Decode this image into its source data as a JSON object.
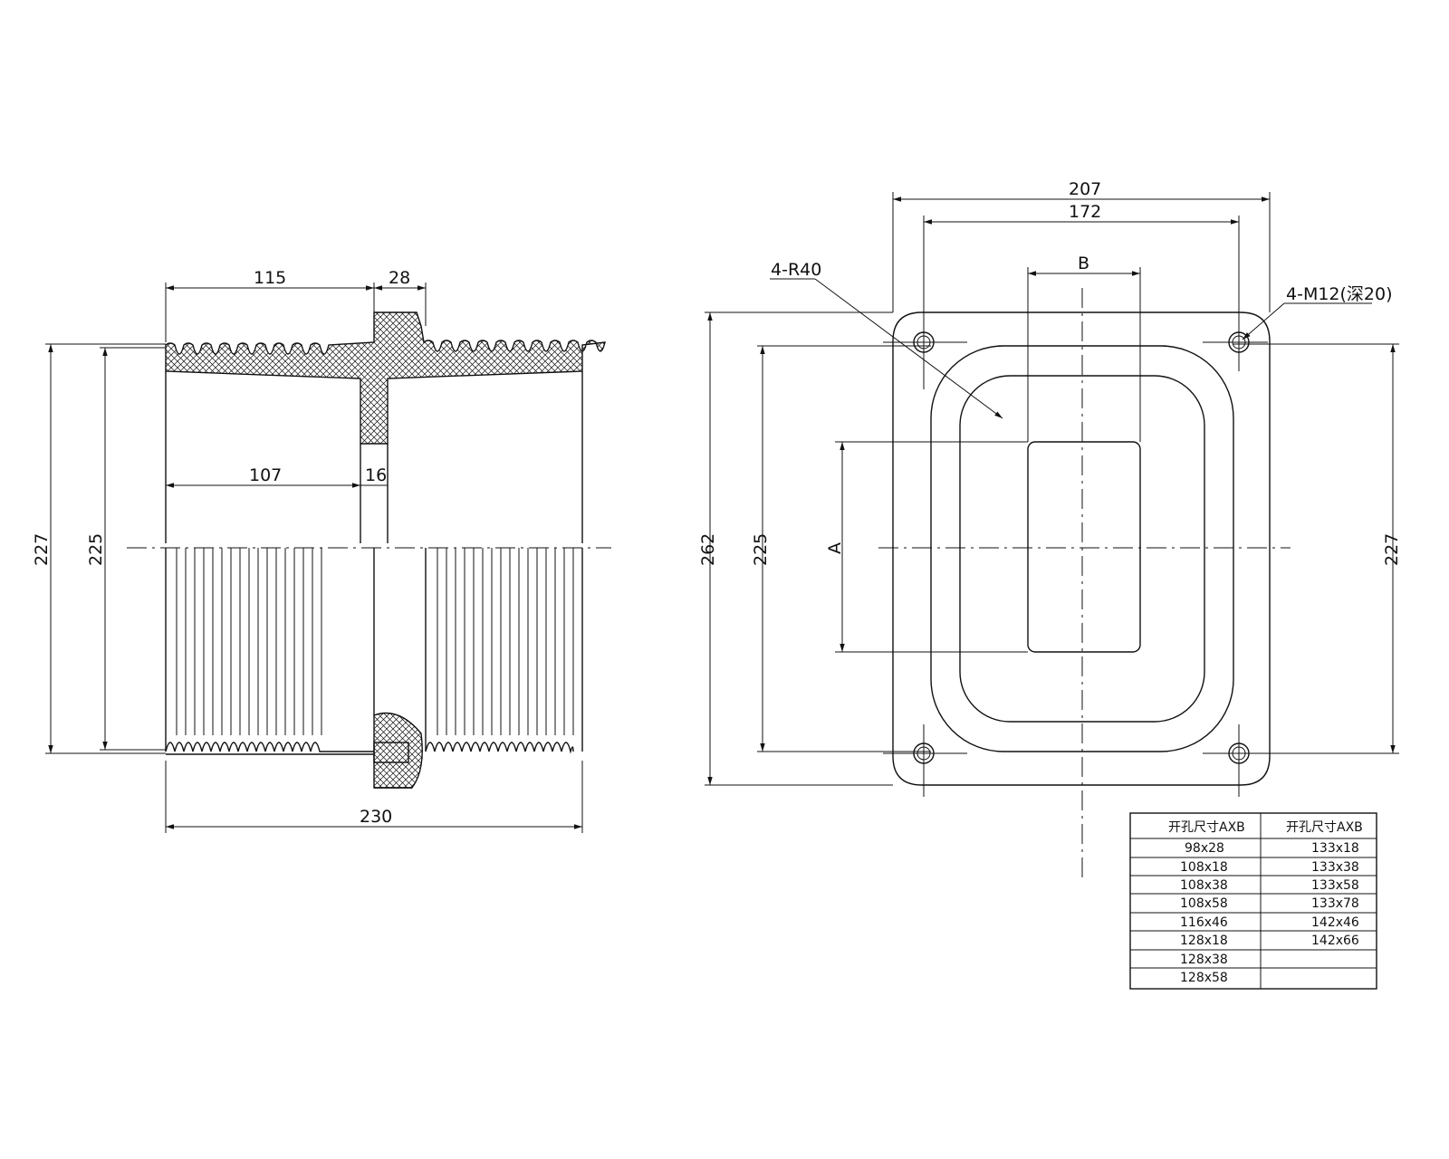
{
  "left_view": {
    "dim_115": "115",
    "dim_28": "28",
    "dim_107": "107",
    "dim_16": "16",
    "dim_227": "227",
    "dim_225": "225",
    "dim_230": "230"
  },
  "right_view": {
    "dim_207": "207",
    "dim_172": "172",
    "dim_B": "B",
    "dim_A": "A",
    "dim_262": "262",
    "dim_225": "225",
    "dim_227": "227",
    "label_r40": "4-R40",
    "label_m12": "4-M12(深20)"
  },
  "table": {
    "headers": [
      "开孔尺寸AXB",
      "开孔尺寸AXB"
    ],
    "col1": [
      "98x28",
      "108x18",
      "108x38",
      "108x58",
      "116x46",
      "128x18",
      "128x38",
      "128x58"
    ],
    "col2": [
      "133x18",
      "133x38",
      "133x58",
      "133x78",
      "142x46",
      "142x66",
      "",
      ""
    ]
  }
}
